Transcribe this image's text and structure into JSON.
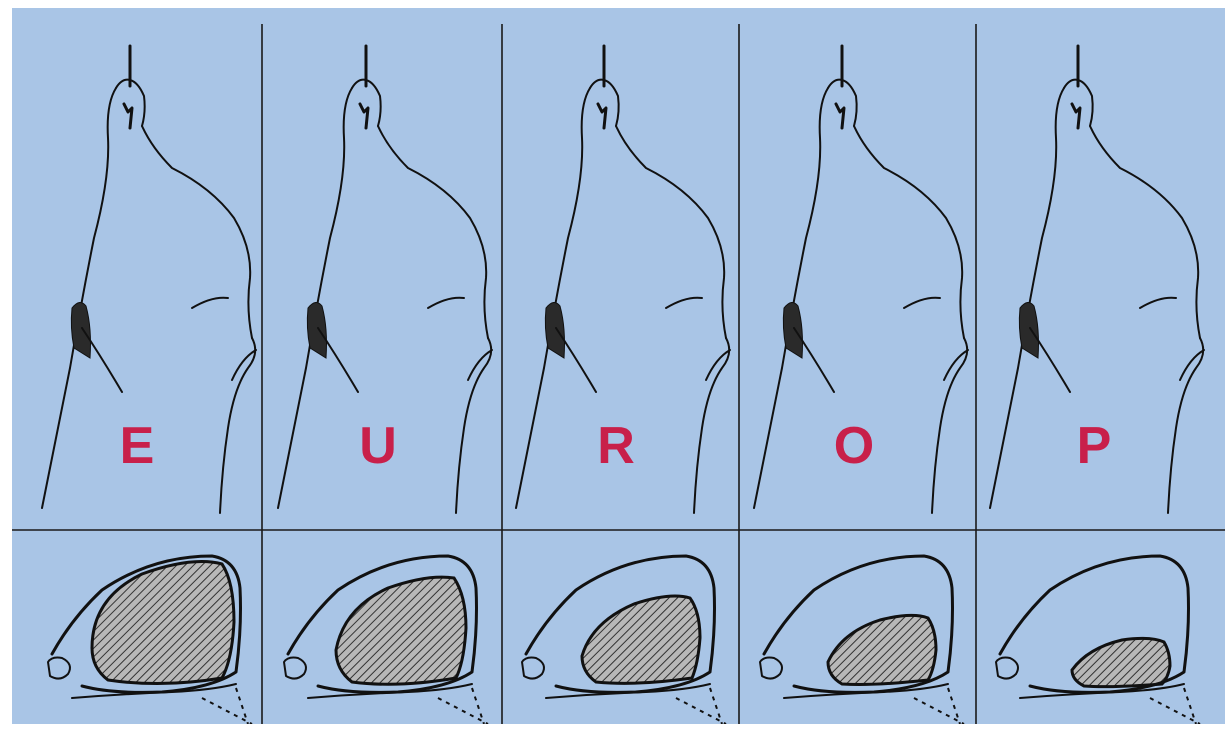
{
  "colors": {
    "background": "#a9c5e6",
    "letters": "#c8204a",
    "ink": "#111111"
  },
  "panels": [
    {
      "id": "e",
      "letter": "E",
      "shade": 1.0
    },
    {
      "id": "u",
      "letter": "U",
      "shade": 0.85
    },
    {
      "id": "r",
      "letter": "R",
      "shade": 0.7
    },
    {
      "id": "o",
      "letter": "O",
      "shade": 0.55
    },
    {
      "id": "p",
      "letter": "P",
      "shade": 0.4
    }
  ]
}
